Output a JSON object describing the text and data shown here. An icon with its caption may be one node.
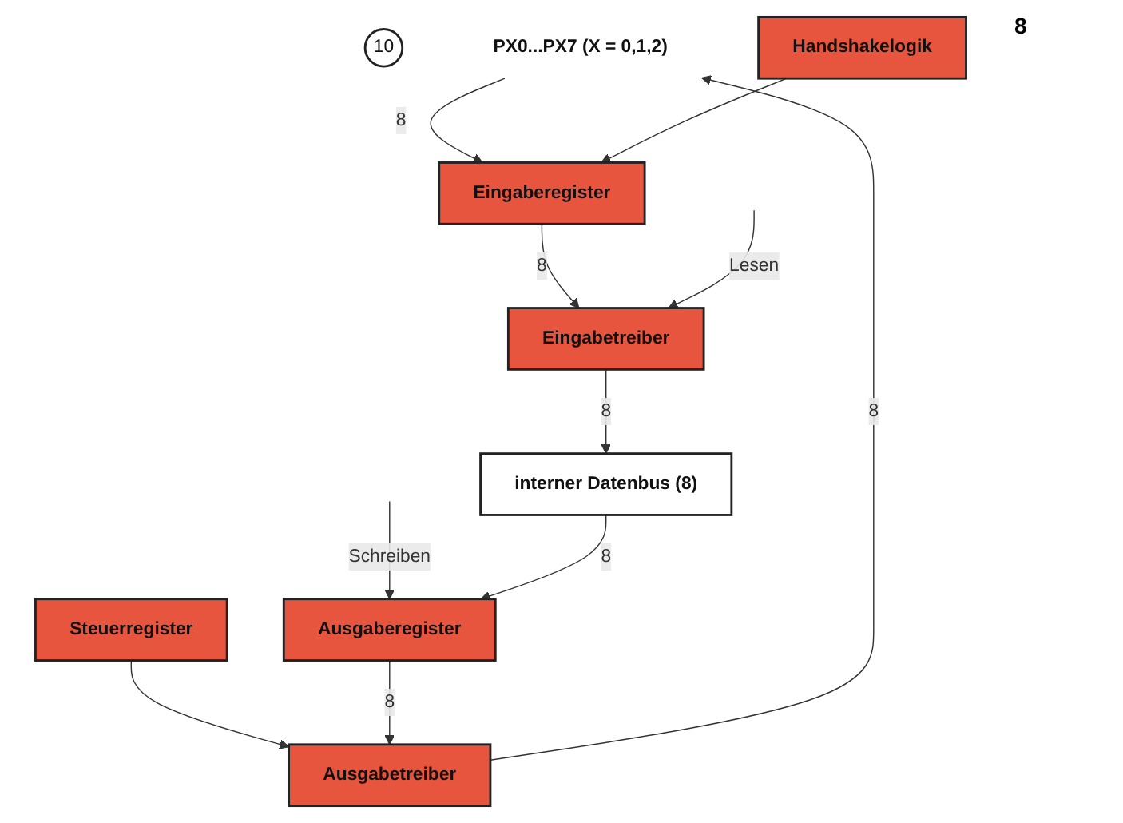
{
  "diagram": {
    "nodes": [
      {
        "text": [
          "10"
        ]
      },
      {
        "text": [
          "PX0...PX7 (X = 0,1,2)"
        ]
      },
      {
        "text": [
          "Eingaberegister"
        ]
      },
      {
        "text": [
          "Steuerregister"
        ]
      },
      {
        "text": [
          "Ausgabetreiber"
        ]
      },
      {
        "text": [
          "Eingabetreiber"
        ]
      },
      {
        "text": [
          "Handshakelogik"
        ]
      },
      {
        "text": [
          "Ausgaberegister"
        ]
      },
      {
        "text": [
          "interner Datenbus (8)"
        ]
      }
    ],
    "edges": [
      {
        "from": 4,
        "to": 1,
        "arrow": "to",
        "label": "8"
      },
      {
        "from": 1,
        "to": 2,
        "arrow": "to",
        "label": "8"
      },
      {
        "from": 3,
        "to": 4,
        "arrow": "to"
      },
      {
        "from": 2,
        "to": 5,
        "arrow": "to",
        "label": "8"
      },
      {
        "from": 7,
        "to": 4,
        "arrow": "to",
        "label": "8"
      },
      {
        "from": 6,
        "to": 2,
        "arrow": "to"
      },
      {
        "from": null,
        "to": 5,
        "arrow": "to",
        "label": "Lesen"
      },
      {
        "from": null,
        "to": 7,
        "arrow": "to",
        "label": "Schreiben"
      },
      {
        "from": 5,
        "to": 8,
        "arrow": "to",
        "label": "8"
      },
      {
        "from": 8,
        "to": 7,
        "arrow": "to",
        "label": "8"
      }
    ],
    "labels": [
      "8"
    ]
  }
}
